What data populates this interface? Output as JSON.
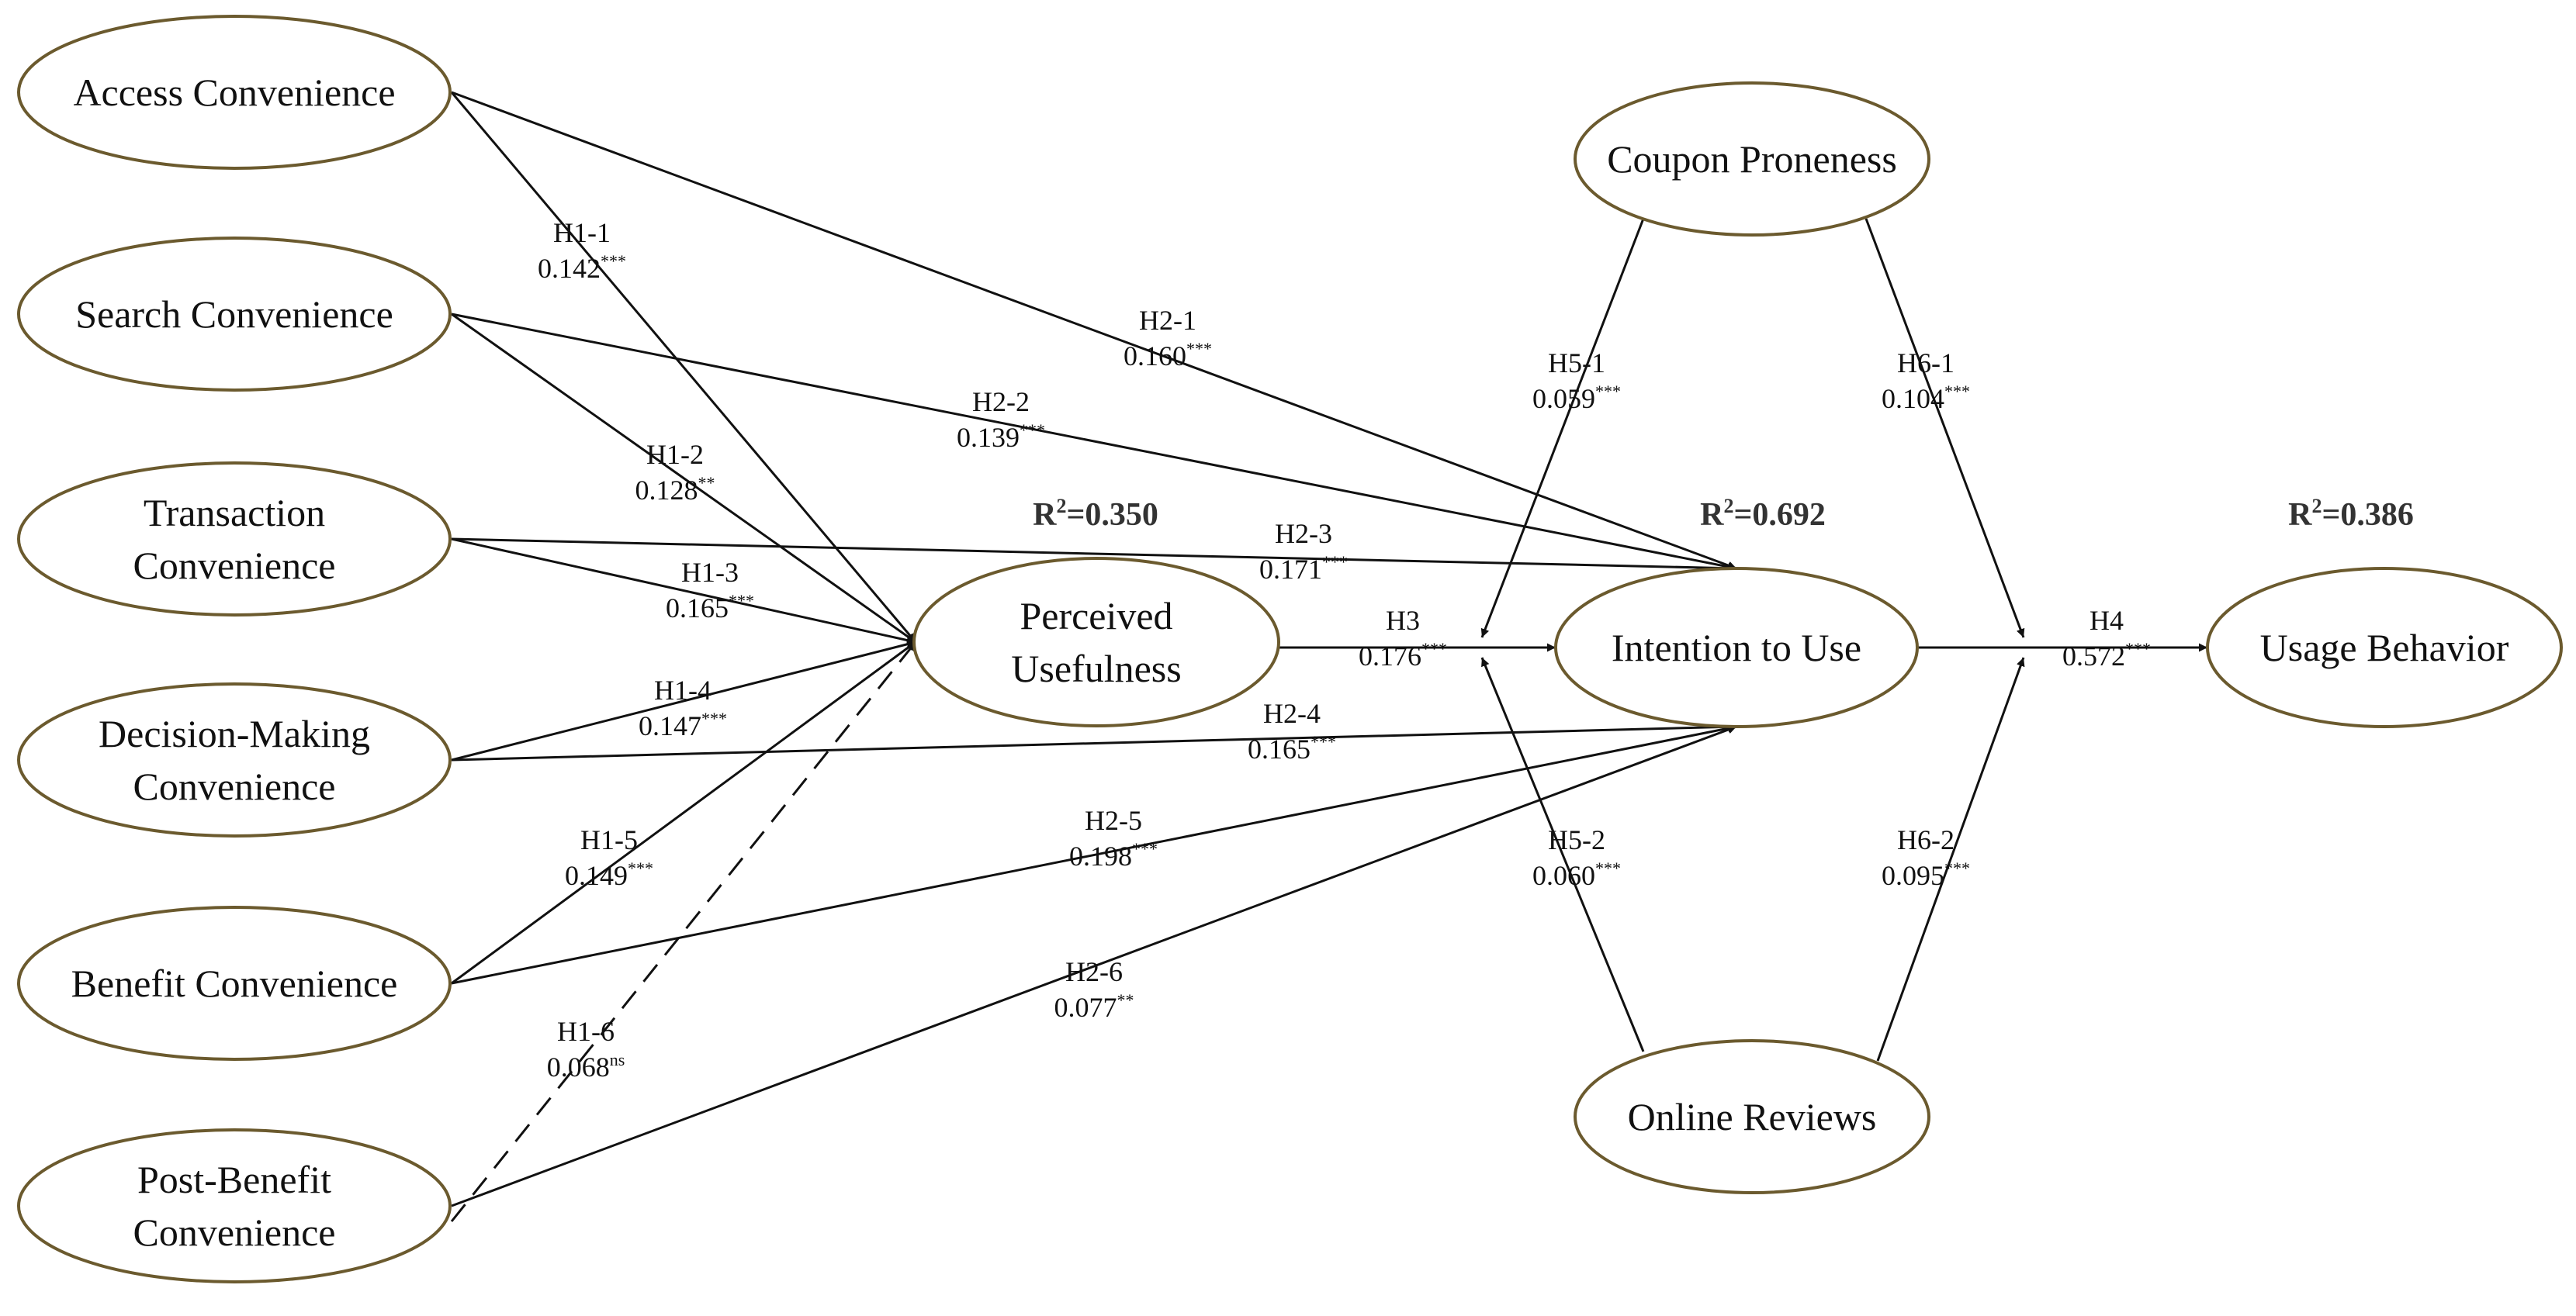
{
  "nodes": {
    "access": [
      "Access Convenience"
    ],
    "search": [
      "Search Convenience"
    ],
    "transaction": [
      "Transaction",
      "Convenience"
    ],
    "decision": [
      "Decision-Making",
      "Convenience"
    ],
    "benefit": [
      "Benefit Convenience"
    ],
    "postbenefit": [
      "Post-Benefit",
      "Convenience"
    ],
    "perceived": [
      "Perceived",
      "Usefulness"
    ],
    "intention": [
      "Intention to Use"
    ],
    "usage": [
      "Usage Behavior"
    ],
    "coupon": [
      "Coupon Proneness"
    ],
    "reviews": [
      "Online Reviews"
    ]
  },
  "paths": [
    {
      "id": "h1-1",
      "from": "access",
      "to": "perceived",
      "label": "H1-1",
      "coef": "0.142",
      "sig": "***"
    },
    {
      "id": "h1-2",
      "from": "search",
      "to": "perceived",
      "label": "H1-2",
      "coef": "0.128",
      "sig": "**"
    },
    {
      "id": "h1-3",
      "from": "transaction",
      "to": "perceived",
      "label": "H1-3",
      "coef": "0.165",
      "sig": "***"
    },
    {
      "id": "h1-4",
      "from": "decision",
      "to": "perceived",
      "label": "H1-4",
      "coef": "0.147",
      "sig": "***"
    },
    {
      "id": "h1-5",
      "from": "benefit",
      "to": "perceived",
      "label": "H1-5",
      "coef": "0.149",
      "sig": "***"
    },
    {
      "id": "h1-6",
      "from": "postbenefit",
      "to": "perceived",
      "label": "H1-6",
      "coef": "0.068",
      "sig": "ns",
      "dashed": true
    },
    {
      "id": "h2-1",
      "from": "access",
      "to": "intention",
      "label": "H2-1",
      "coef": "0.160",
      "sig": "***"
    },
    {
      "id": "h2-2",
      "from": "search",
      "to": "intention",
      "label": "H2-2",
      "coef": "0.139",
      "sig": "***"
    },
    {
      "id": "h2-3",
      "from": "transaction",
      "to": "intention",
      "label": "H2-3",
      "coef": "0.171",
      "sig": "***"
    },
    {
      "id": "h2-4",
      "from": "decision",
      "to": "intention",
      "label": "H2-4",
      "coef": "0.165",
      "sig": "***"
    },
    {
      "id": "h2-5",
      "from": "benefit",
      "to": "intention",
      "label": "H2-5",
      "coef": "0.198",
      "sig": "***"
    },
    {
      "id": "h2-6",
      "from": "postbenefit",
      "to": "intention",
      "label": "H2-6",
      "coef": "0.077",
      "sig": "**"
    },
    {
      "id": "h3",
      "from": "perceived",
      "to": "intention",
      "label": "H3",
      "coef": "0.176",
      "sig": "***"
    },
    {
      "id": "h4",
      "from": "intention",
      "to": "usage",
      "label": "H4",
      "coef": "0.572",
      "sig": "***"
    },
    {
      "id": "h5-1",
      "from": "coupon",
      "to": "h3-path",
      "label": "H5-1",
      "coef": "0.059",
      "sig": "***"
    },
    {
      "id": "h5-2",
      "from": "reviews",
      "to": "h3-path",
      "label": "H5-2",
      "coef": "0.060",
      "sig": "***"
    },
    {
      "id": "h6-1",
      "from": "coupon",
      "to": "h4-path",
      "label": "H6-1",
      "coef": "0.104",
      "sig": "***"
    },
    {
      "id": "h6-2",
      "from": "reviews",
      "to": "h4-path",
      "label": "H6-2",
      "coef": "0.095",
      "sig": "***"
    }
  ],
  "r_squared": {
    "perceived": {
      "prefix": "R",
      "sup": "2",
      "value": "=0.350"
    },
    "intention": {
      "prefix": "R",
      "sup": "2",
      "value": "=0.692"
    },
    "usage": {
      "prefix": "R",
      "sup": "2",
      "value": "=0.386"
    }
  },
  "colors": {
    "node_border": "#6b5a2e",
    "line": "#111111",
    "text": "#111111",
    "r_squared": "#333333"
  }
}
